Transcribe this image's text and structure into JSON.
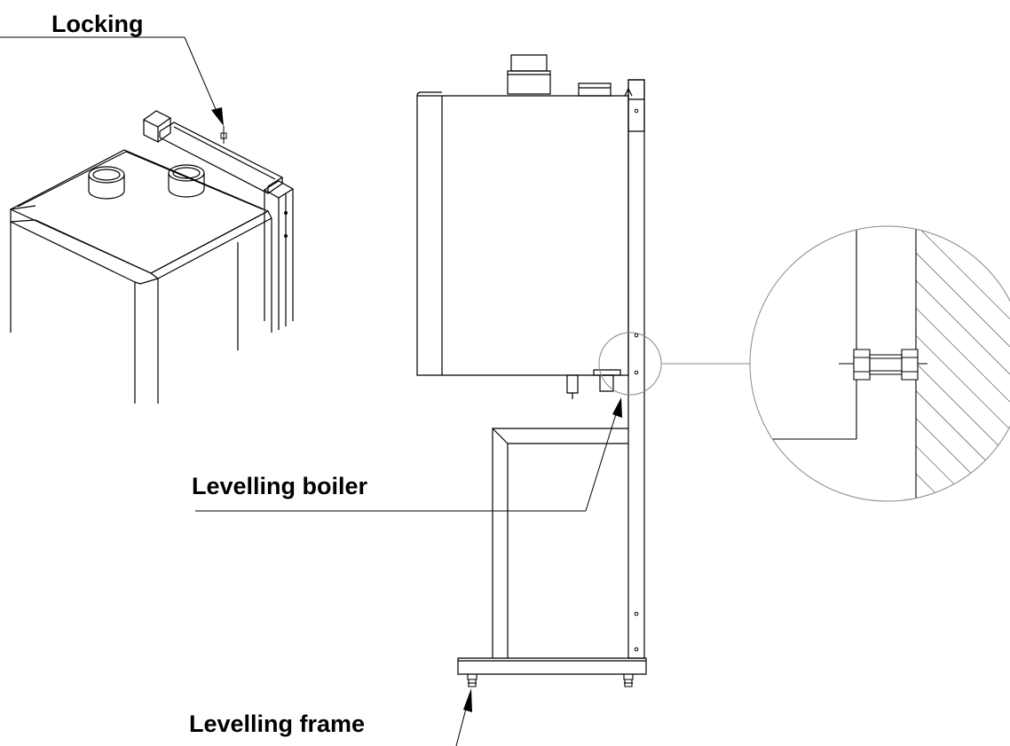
{
  "labels": {
    "locking": "Locking",
    "levelling_boiler": "Levelling boiler",
    "levelling_frame": "Levelling frame"
  },
  "colors": {
    "line": "#000000",
    "detail_circle": "#888888",
    "background": "#ffffff"
  },
  "icons": {
    "leader_arrow": "arrowhead-icon",
    "screw": "screw-icon",
    "hex_nut": "hex-nut-icon"
  }
}
